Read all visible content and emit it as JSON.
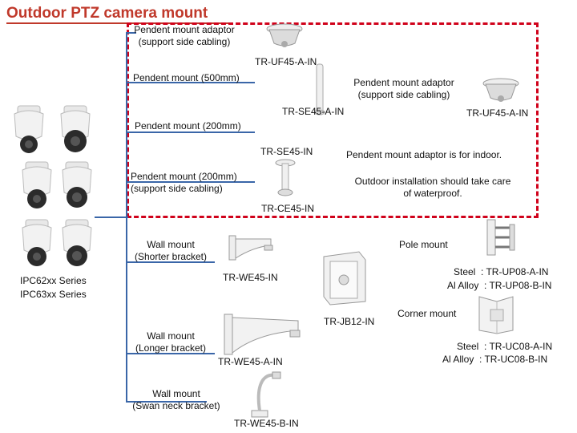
{
  "title": "Outdoor PTZ camera mount",
  "camera_series": [
    "IPC62xx Series",
    "IPC63xx Series"
  ],
  "indoor_section": {
    "pendent_adaptor_top": "Pendent mount adaptor\n(support side cabling)",
    "tr_uf45_top": "TR-UF45-A-IN",
    "pendent_500": "Pendent mount (500mm)",
    "pendent_adaptor_right": "Pendent mount adaptor\n(support side cabling)",
    "tr_se45_a": "TR-SE45-A-IN",
    "tr_uf45_right": "TR-UF45-A-IN",
    "pendent_200": "Pendent mount (200mm)",
    "tr_se45": "TR-SE45-IN",
    "indoor_note": "Pendent mount adaptor is for indoor.",
    "pendent_200_side": "Pendent mount (200mm)\n(support side cabling)",
    "waterproof_note": "Outdoor installation should take care\nof waterproof.",
    "tr_ce45": "TR-CE45-IN"
  },
  "wall_section": {
    "wall_shorter": "Wall mount\n(Shorter bracket)",
    "tr_we45": "TR-WE45-IN",
    "tr_jb12": "TR-JB12-IN",
    "wall_longer": "Wall mount\n(Longer bracket)",
    "tr_we45_a": "TR-WE45-A-IN",
    "wall_swan": "Wall mount\n(Swan neck bracket)",
    "tr_we45_b": "TR-WE45-B-IN"
  },
  "pole_section": {
    "pole_mount": "Pole mount",
    "pole_steel": "Steel  : TR-UP08-A-IN",
    "pole_al": "Al Alloy  : TR-UP08-B-IN",
    "corner_mount": "Corner mount",
    "corner_steel": "Steel  : TR-UC08-A-IN",
    "corner_al": "Al Alloy  : TR-UC08-B-IN"
  },
  "colors": {
    "title": "#c0392b",
    "wire": "#3a66a8",
    "dashed_box": "#d0021b"
  }
}
